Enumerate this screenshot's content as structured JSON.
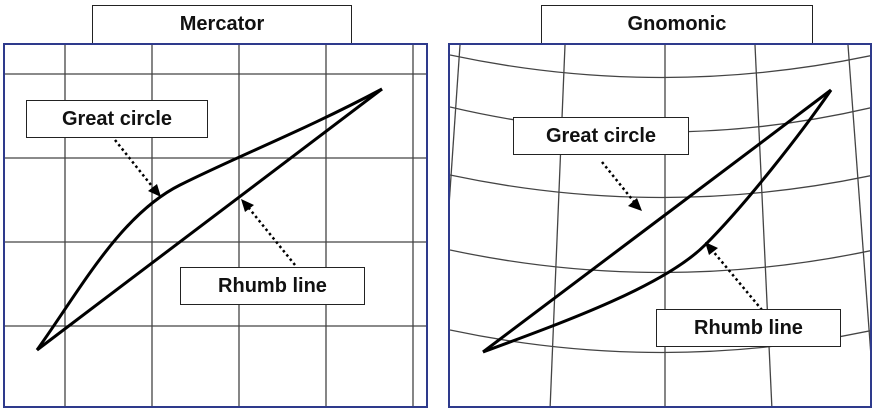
{
  "panels": [
    {
      "title": "Mercator",
      "labels": {
        "great_circle": "Great circle",
        "rhumb_line": "Rhumb line"
      }
    },
    {
      "title": "Gnomonic",
      "labels": {
        "great_circle": "Great circle",
        "rhumb_line": "Rhumb line"
      }
    }
  ],
  "colors": {
    "border": "#2e3a8c",
    "grid": "#333333",
    "line": "#000000"
  }
}
